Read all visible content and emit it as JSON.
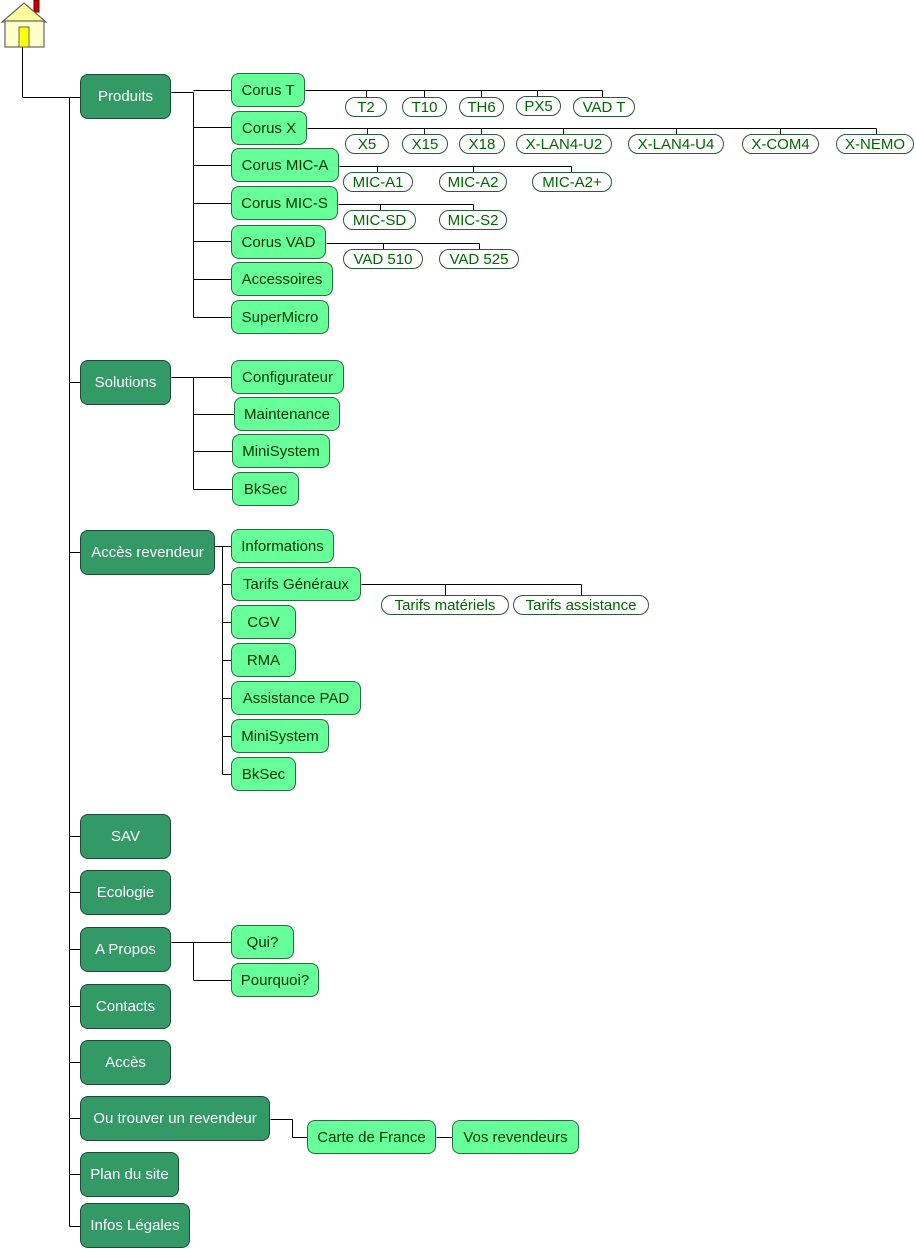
{
  "colors": {
    "level1_fill": "#339966",
    "level1_text": "#ffffff",
    "level2_fill": "#66ff99",
    "level2_text": "#003300",
    "level3_fill": "#ffffff",
    "level3_text": "#006600",
    "lines": "#000000"
  },
  "home": {
    "icon": "house-icon"
  },
  "sitemap": [
    {
      "label": "Produits",
      "children": [
        {
          "label": "Corus T",
          "children": [
            "T2",
            "T10",
            "TH6",
            "PX5",
            "VAD T"
          ]
        },
        {
          "label": "Corus X",
          "children": [
            "X5",
            "X15",
            "X18",
            "X-LAN4-U2",
            "X-LAN4-U4",
            "X-COM4",
            "X-NEMO"
          ]
        },
        {
          "label": "Corus MIC-A",
          "children": [
            "MIC-A1",
            "MIC-A2",
            "MIC-A2+"
          ]
        },
        {
          "label": "Corus MIC-S",
          "children": [
            "MIC-SD",
            "MIC-S2"
          ]
        },
        {
          "label": "Corus VAD",
          "children": [
            "VAD 510",
            "VAD 525"
          ]
        },
        {
          "label": "Accessoires",
          "children": []
        },
        {
          "label": "SuperMicro",
          "children": []
        }
      ]
    },
    {
      "label": "Solutions",
      "children": [
        {
          "label": "Configurateur",
          "children": []
        },
        {
          "label": "Maintenance",
          "children": []
        },
        {
          "label": "MiniSystem",
          "children": []
        },
        {
          "label": "BkSec",
          "children": []
        }
      ]
    },
    {
      "label": "Accès revendeur",
      "children": [
        {
          "label": "Informations",
          "children": []
        },
        {
          "label": "Tarifs Généraux",
          "children": [
            "Tarifs matériels",
            "Tarifs assistance"
          ]
        },
        {
          "label": "CGV",
          "children": []
        },
        {
          "label": "RMA",
          "children": []
        },
        {
          "label": "Assistance PAD",
          "children": []
        },
        {
          "label": "MiniSystem",
          "children": []
        },
        {
          "label": "BkSec",
          "children": []
        }
      ]
    },
    {
      "label": "SAV",
      "children": []
    },
    {
      "label": "Ecologie",
      "children": []
    },
    {
      "label": "A Propos",
      "children": [
        {
          "label": "Qui?",
          "children": []
        },
        {
          "label": "Pourquoi?",
          "children": []
        }
      ]
    },
    {
      "label": "Contacts",
      "children": []
    },
    {
      "label": "Accès",
      "children": []
    },
    {
      "label": "Ou trouver un revendeur",
      "children": [
        {
          "label": "Carte de France",
          "children": []
        },
        {
          "label": "Vos revendeurs",
          "children": []
        }
      ]
    },
    {
      "label": "Plan du site",
      "children": []
    },
    {
      "label": "Infos Légales",
      "children": []
    }
  ]
}
